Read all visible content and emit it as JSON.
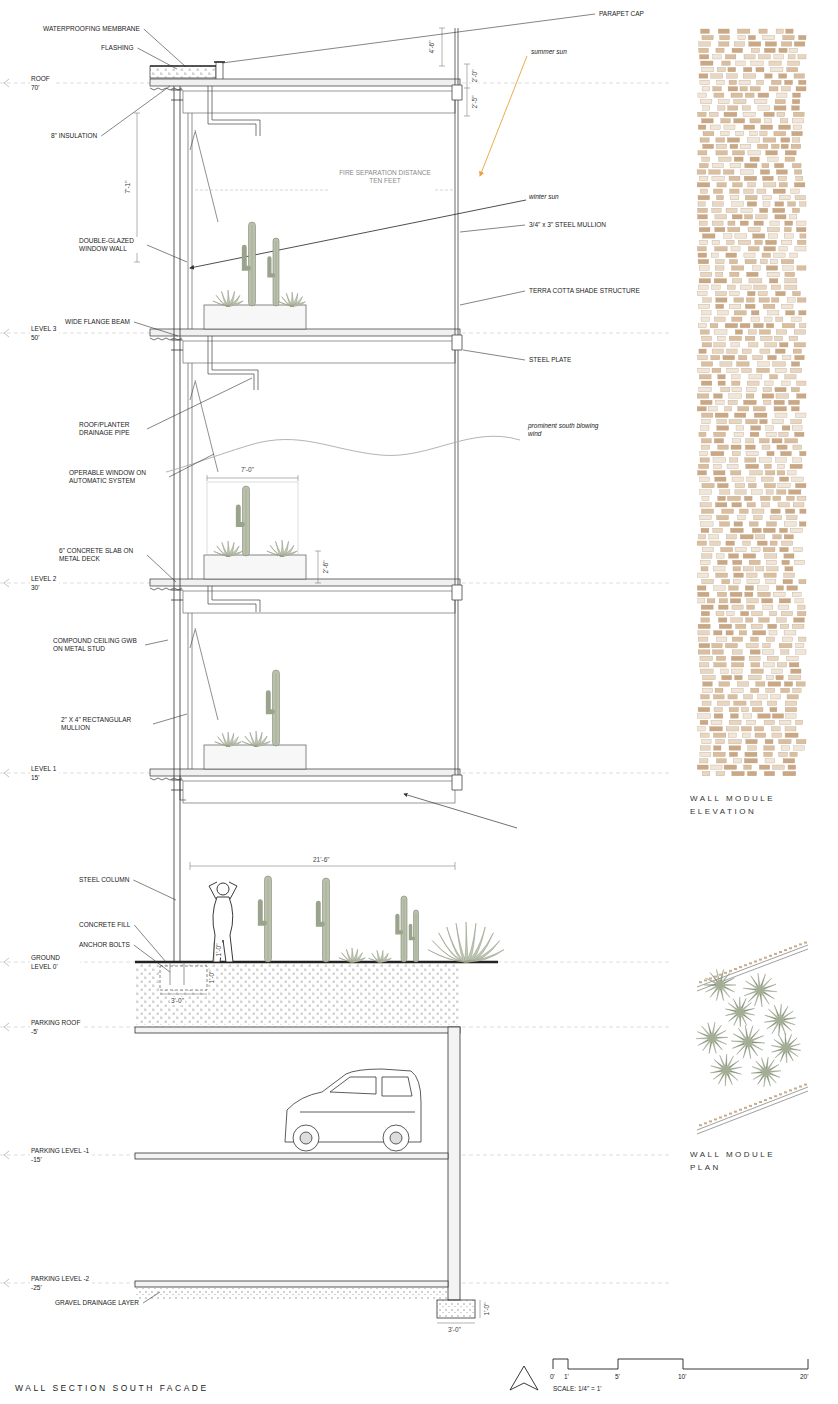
{
  "diagram": {
    "title": "WALL SECTION SOUTH FACADE",
    "labels": [
      "PARAPET CAP",
      "WATERPROOFING MEMBRANE",
      "FLASHING",
      "summer sun",
      "4'-6\"",
      "2'-0\"",
      "ROOF 70'",
      "2'-5\"",
      "8\" INSULATION",
      "FIRE SEPARATION DISTANCE TEN FEET",
      "7'-1\"",
      "winter sun",
      "3/4\" x 3\" STEEL MULLION",
      "DOUBLE-GLAZED WINDOW WALL",
      "TERRA COTTA SHADE STRUCTURE",
      "WIDE FLANGE BEAM",
      "LEVEL 3 50'",
      "STEEL PLATE",
      "ROOF/PLANTER DRAINAGE PIPE",
      "prominent south blowing wind",
      "OPERABLE WINDOW ON AUTOMATIC SYSTEM",
      "7'-0\"",
      "6\" CONCRETE SLAB ON METAL DECK",
      "LEVEL 2 30'",
      "2'-6\"",
      "COMPOUND CEILING GWB ON METAL STUD",
      "2\" X 4\" RECTANGULAR MULLION",
      "LEVEL 1 15'",
      "21'-6\"",
      "STEEL COLUMN",
      "CONCRETE FILL",
      "ANCHOR BOLTS",
      "1'-0\"",
      "GROUND LEVEL 0'",
      "1'-0\"",
      "3'-0\"",
      "PARKING ROOF -5'",
      "PARKING LEVEL -1 -15'",
      "PARKING LEVEL -2 -25'",
      "GRAVEL DRAINAGE LAYER",
      "1'-0\"",
      "3'-0\"",
      "WALL MODULE ELEVATION",
      "WALL MODULE PLAN",
      "0'",
      "1'",
      "5'",
      "10'",
      "20'",
      "SCALE: 1/4\" = 1'"
    ]
  }
}
